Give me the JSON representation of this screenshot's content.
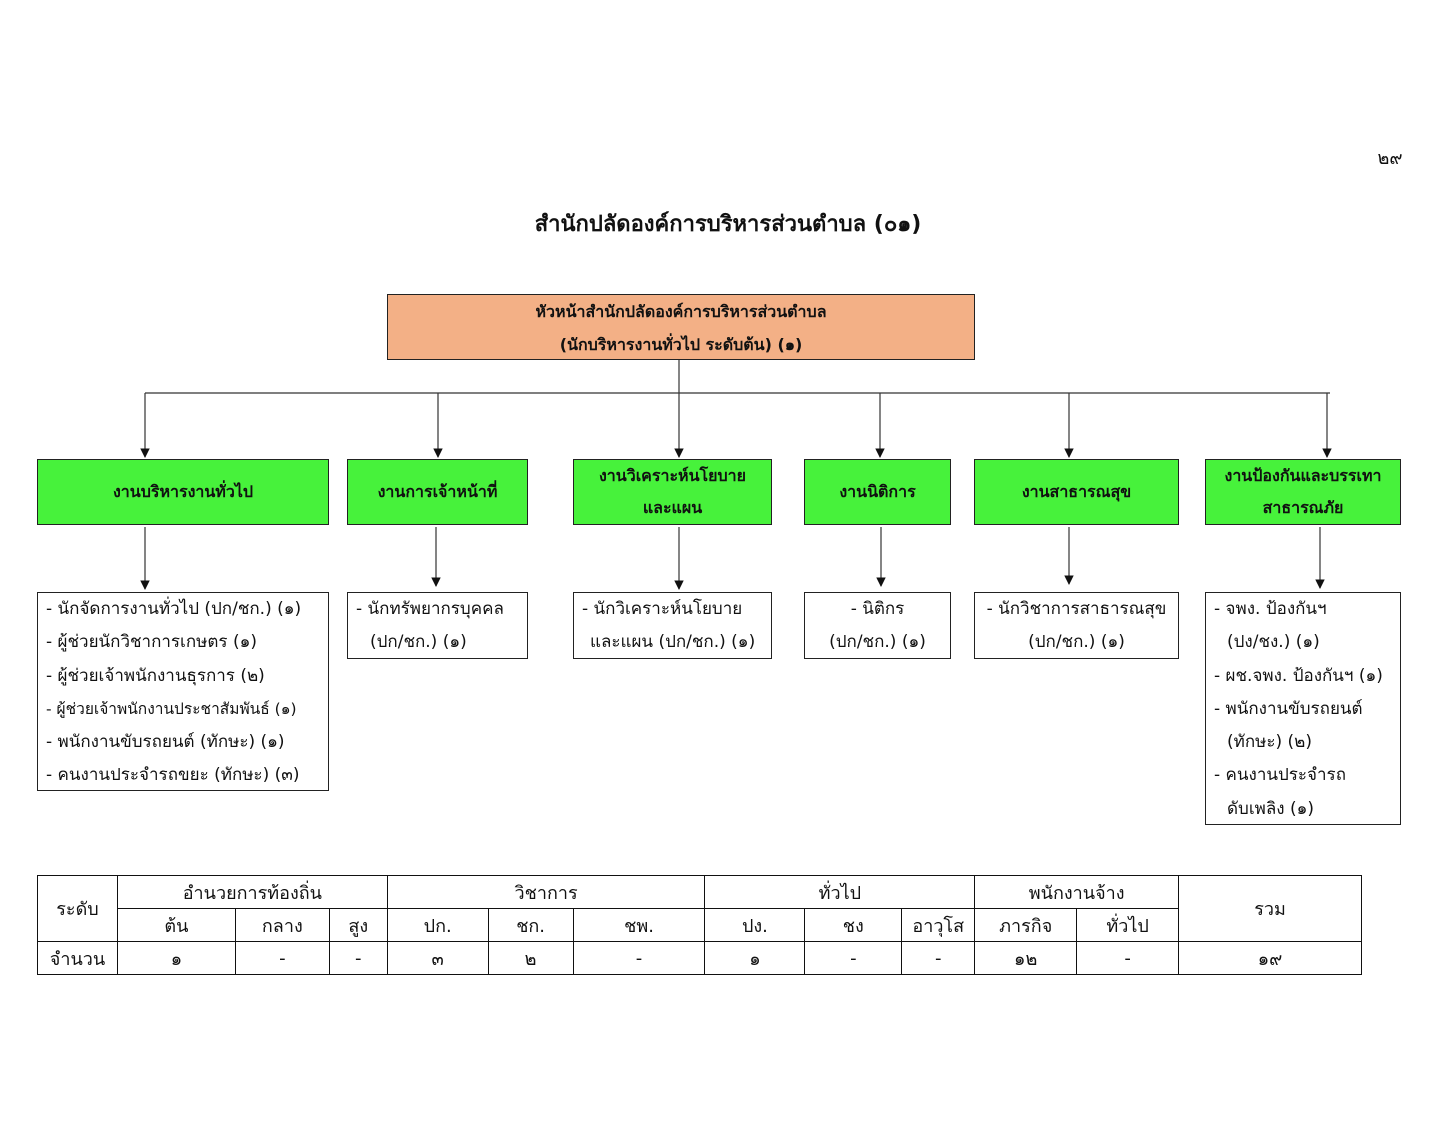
{
  "page_number": "๒๙",
  "title": "สำนักปลัดองค์การบริหารส่วนตำบล (๐๑)",
  "head": {
    "line1": "หัวหน้าสำนักปลัดองค์การบริหารส่วนตำบล",
    "line2": "(นักบริหารงานทั่วไป ระดับต้น) (๑)"
  },
  "divisions": [
    {
      "label1": "งานบริหารงานทั่วไป",
      "label2": "",
      "staff": [
        "- นักจัดการงานทั่วไป (ปก/ชก.) (๑)",
        "- ผู้ช่วยนักวิชาการเกษตร (๑)",
        "- ผู้ช่วยเจ้าพนักงานธุรการ (๒)",
        "- ผู้ช่วยเจ้าพนักงานประชาสัมพันธ์ (๑)",
        "- พนักงานขับรถยนต์ (ทักษะ) (๑)",
        "- คนงานประจำรถขยะ (ทักษะ) (๓)"
      ]
    },
    {
      "label1": "งานการเจ้าหน้าที่",
      "label2": "",
      "staff": [
        "- นักทรัพยากรบุคคล",
        "(ปก/ชก.) (๑)"
      ]
    },
    {
      "label1": "งานวิเคราะห์นโยบาย",
      "label2": "และแผน",
      "staff": [
        "- นักวิเคราะห์นโยบาย",
        "และแผน (ปก/ชก.) (๑)"
      ]
    },
    {
      "label1": "งานนิติการ",
      "label2": "",
      "staff": [
        "- นิติกร",
        "(ปก/ชก.) (๑)"
      ]
    },
    {
      "label1": "งานสาธารณสุข",
      "label2": "",
      "staff": [
        "- นักวิชาการสาธารณสุข",
        "(ปก/ชก.) (๑)"
      ]
    },
    {
      "label1": "งานป้องกันและบรรเทา",
      "label2": "สาธารณภัย",
      "staff": [
        "- จพง. ป้องกันฯ",
        "(ปง/ชง.) (๑)",
        "- ผช.จพง. ป้องกันฯ (๑)",
        "- พนักงานขับรถยนต์",
        "(ทักษะ) (๒)",
        "- คนงานประจำรถ",
        "ดับเพลิง (๑)"
      ]
    }
  ],
  "summary": {
    "level_label": "ระดับ",
    "count_label": "จำนวน",
    "total_label": "รวม",
    "groups": [
      "อำนวยการท้องถิ่น",
      "วิชาการ",
      "ทั่วไป",
      "พนักงานจ้าง"
    ],
    "columns": [
      "ต้น",
      "กลาง",
      "สูง",
      "ปก.",
      "ชก.",
      "ชพ.",
      "ปง.",
      "ชง",
      "อาวุโส",
      "ภารกิจ",
      "ทั่วไป"
    ],
    "values": [
      "๑",
      "-",
      "-",
      "๓",
      "๒",
      "-",
      "๑",
      "-",
      "-",
      "๑๒",
      "-"
    ],
    "total": "๑๙"
  },
  "colors": {
    "head_fill": "#f3b086",
    "division_fill": "#47f23b"
  }
}
